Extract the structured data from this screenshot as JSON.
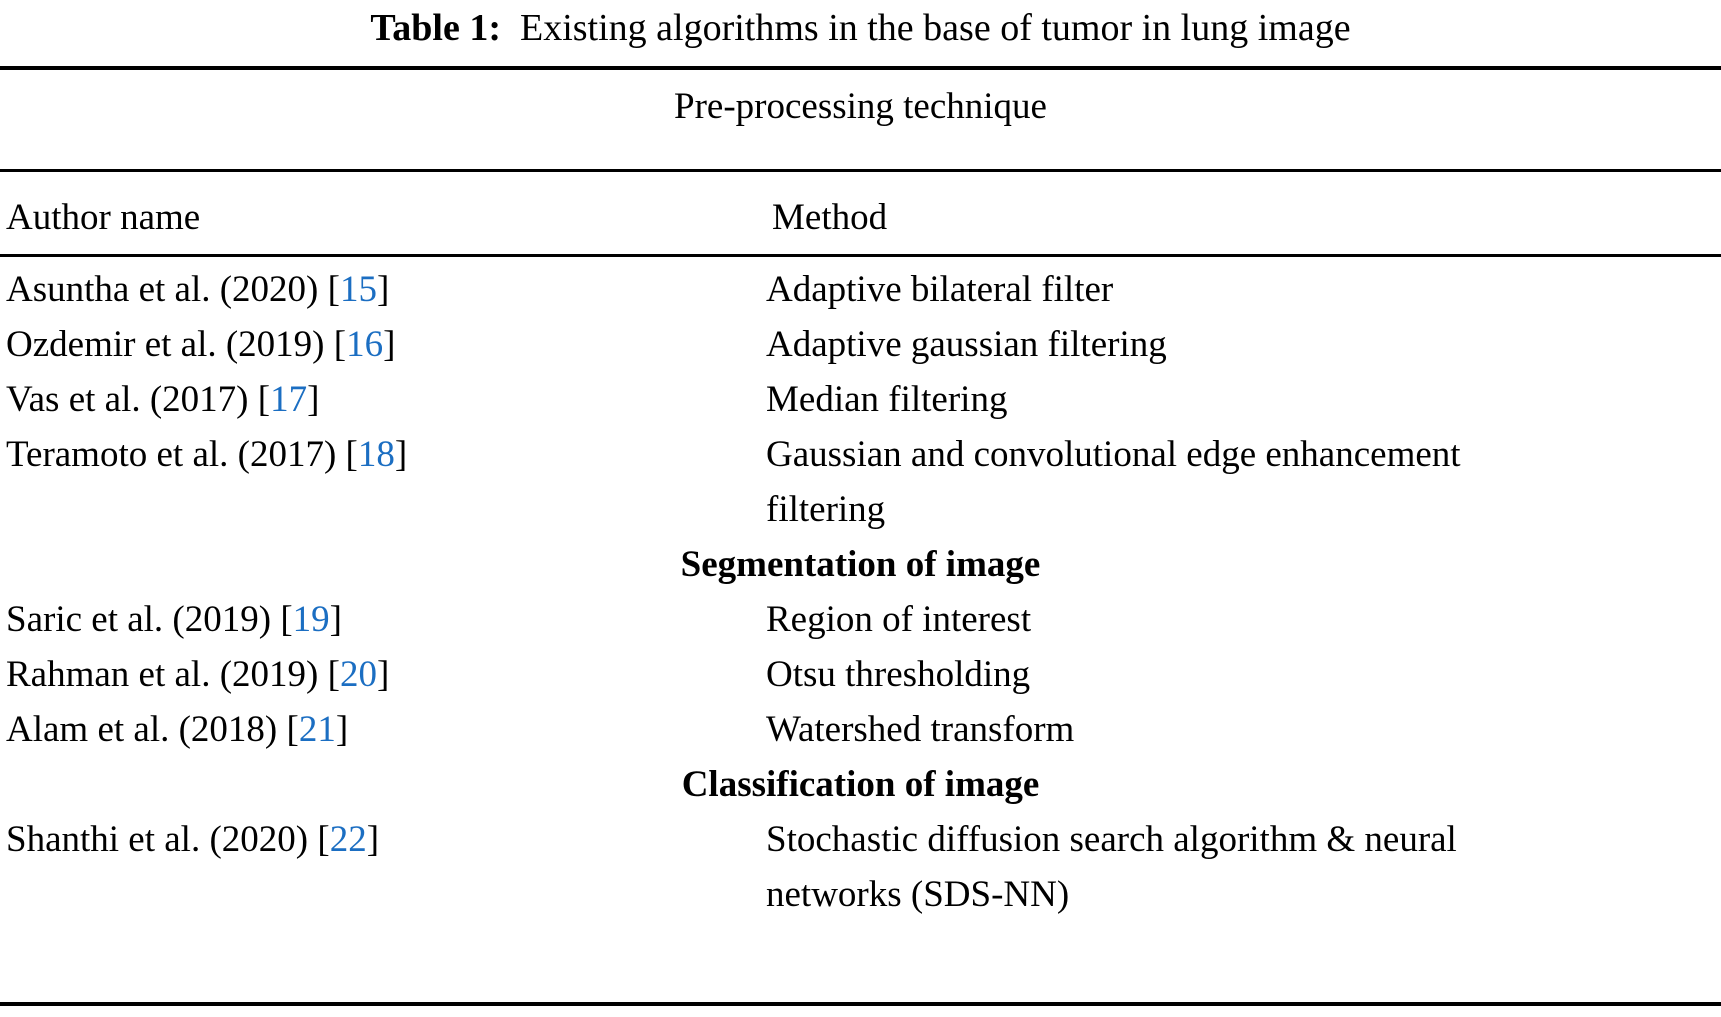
{
  "caption": {
    "label": "Table 1:",
    "text": "Existing algorithms in the base of tumor in lung image"
  },
  "colors": {
    "citation_link": "#1b6ec2",
    "text": "#000000",
    "rule": "#000000",
    "background": "#ffffff"
  },
  "table": {
    "group_header": "Pre-processing technique",
    "columns": [
      {
        "key": "author",
        "label": "Author name"
      },
      {
        "key": "method",
        "label": "Method"
      }
    ],
    "rows": [
      {
        "type": "data",
        "author_text": "Asuntha et al. (2020) ",
        "author_cite_open": "[",
        "author_cite": "15",
        "author_cite_close": "]",
        "method_line1": "Adaptive bilateral filter",
        "method_line2": ""
      },
      {
        "type": "data",
        "author_text": "Ozdemir et al. (2019) ",
        "author_cite_open": "[",
        "author_cite": "16",
        "author_cite_close": "]",
        "method_line1": "Adaptive gaussian filtering",
        "method_line2": ""
      },
      {
        "type": "data",
        "author_text": "Vas et al. (2017) ",
        "author_cite_open": "[",
        "author_cite": "17",
        "author_cite_close": "]",
        "method_line1": "Median filtering",
        "method_line2": ""
      },
      {
        "type": "data",
        "author_text": "Teramoto et al. (2017) ",
        "author_cite_open": "[",
        "author_cite": "18",
        "author_cite_close": "]",
        "method_line1": "Gaussian and convolutional edge enhancement",
        "method_line2": "filtering"
      },
      {
        "type": "section",
        "section_label": "Segmentation of image"
      },
      {
        "type": "data",
        "author_text": "Saric et al. (2019) ",
        "author_cite_open": "[",
        "author_cite": "19",
        "author_cite_close": "]",
        "method_line1": "Region of interest",
        "method_line2": ""
      },
      {
        "type": "data",
        "author_text": "Rahman et al. (2019) ",
        "author_cite_open": "[",
        "author_cite": "20",
        "author_cite_close": "]",
        "method_line1": "Otsu thresholding",
        "method_line2": ""
      },
      {
        "type": "data",
        "author_text": "Alam et al. (2018) ",
        "author_cite_open": "[",
        "author_cite": "21",
        "author_cite_close": "]",
        "method_line1": "Watershed transform",
        "method_line2": ""
      },
      {
        "type": "section",
        "section_label": "Classification of image"
      },
      {
        "type": "data",
        "author_text": "Shanthi et al. (2020) ",
        "author_cite_open": "[",
        "author_cite": "22",
        "author_cite_close": "]",
        "method_line1": "Stochastic diffusion search algorithm & neural",
        "method_line2": "networks (SDS-NN)"
      }
    ]
  }
}
